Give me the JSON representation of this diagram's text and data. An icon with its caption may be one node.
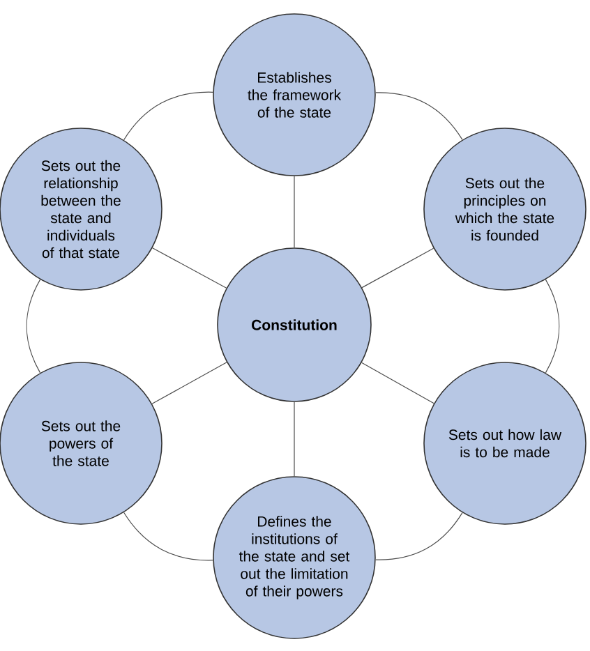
{
  "diagram": {
    "nodes": [
      {
        "text": [
          "Constitution"
        ]
      },
      {
        "text": [
          "Establishes the framework of the state"
        ]
      },
      {
        "text": [
          "Sets out the principles on which the state is founded"
        ]
      },
      {
        "text": [
          "Sets out how law is to be made"
        ]
      },
      {
        "text": [
          "Defines the institutions of the state and set out the limitation of their powers"
        ]
      },
      {
        "text": [
          "Sets out the powers of the state"
        ]
      },
      {
        "text": [
          "Sets out the relationship between the state and individuals of that state"
        ]
      }
    ],
    "edges": [
      {
        "from": 0,
        "to": 1,
        "arrow": "none"
      },
      {
        "from": 0,
        "to": 2,
        "arrow": "none"
      },
      {
        "from": 0,
        "to": 3,
        "arrow": "none"
      },
      {
        "from": 0,
        "to": 4,
        "arrow": "none"
      },
      {
        "from": 0,
        "to": 5,
        "arrow": "none"
      },
      {
        "from": 0,
        "to": 6,
        "arrow": "none"
      },
      {
        "from": 1,
        "to": 2,
        "arrow": "none"
      },
      {
        "from": 2,
        "to": 3,
        "arrow": "none"
      },
      {
        "from": 3,
        "to": 4,
        "arrow": "none"
      },
      {
        "from": 4,
        "to": 5,
        "arrow": "none"
      },
      {
        "from": 5,
        "to": 6,
        "arrow": "none"
      },
      {
        "from": 6,
        "to": 1,
        "arrow": "none"
      }
    ]
  }
}
